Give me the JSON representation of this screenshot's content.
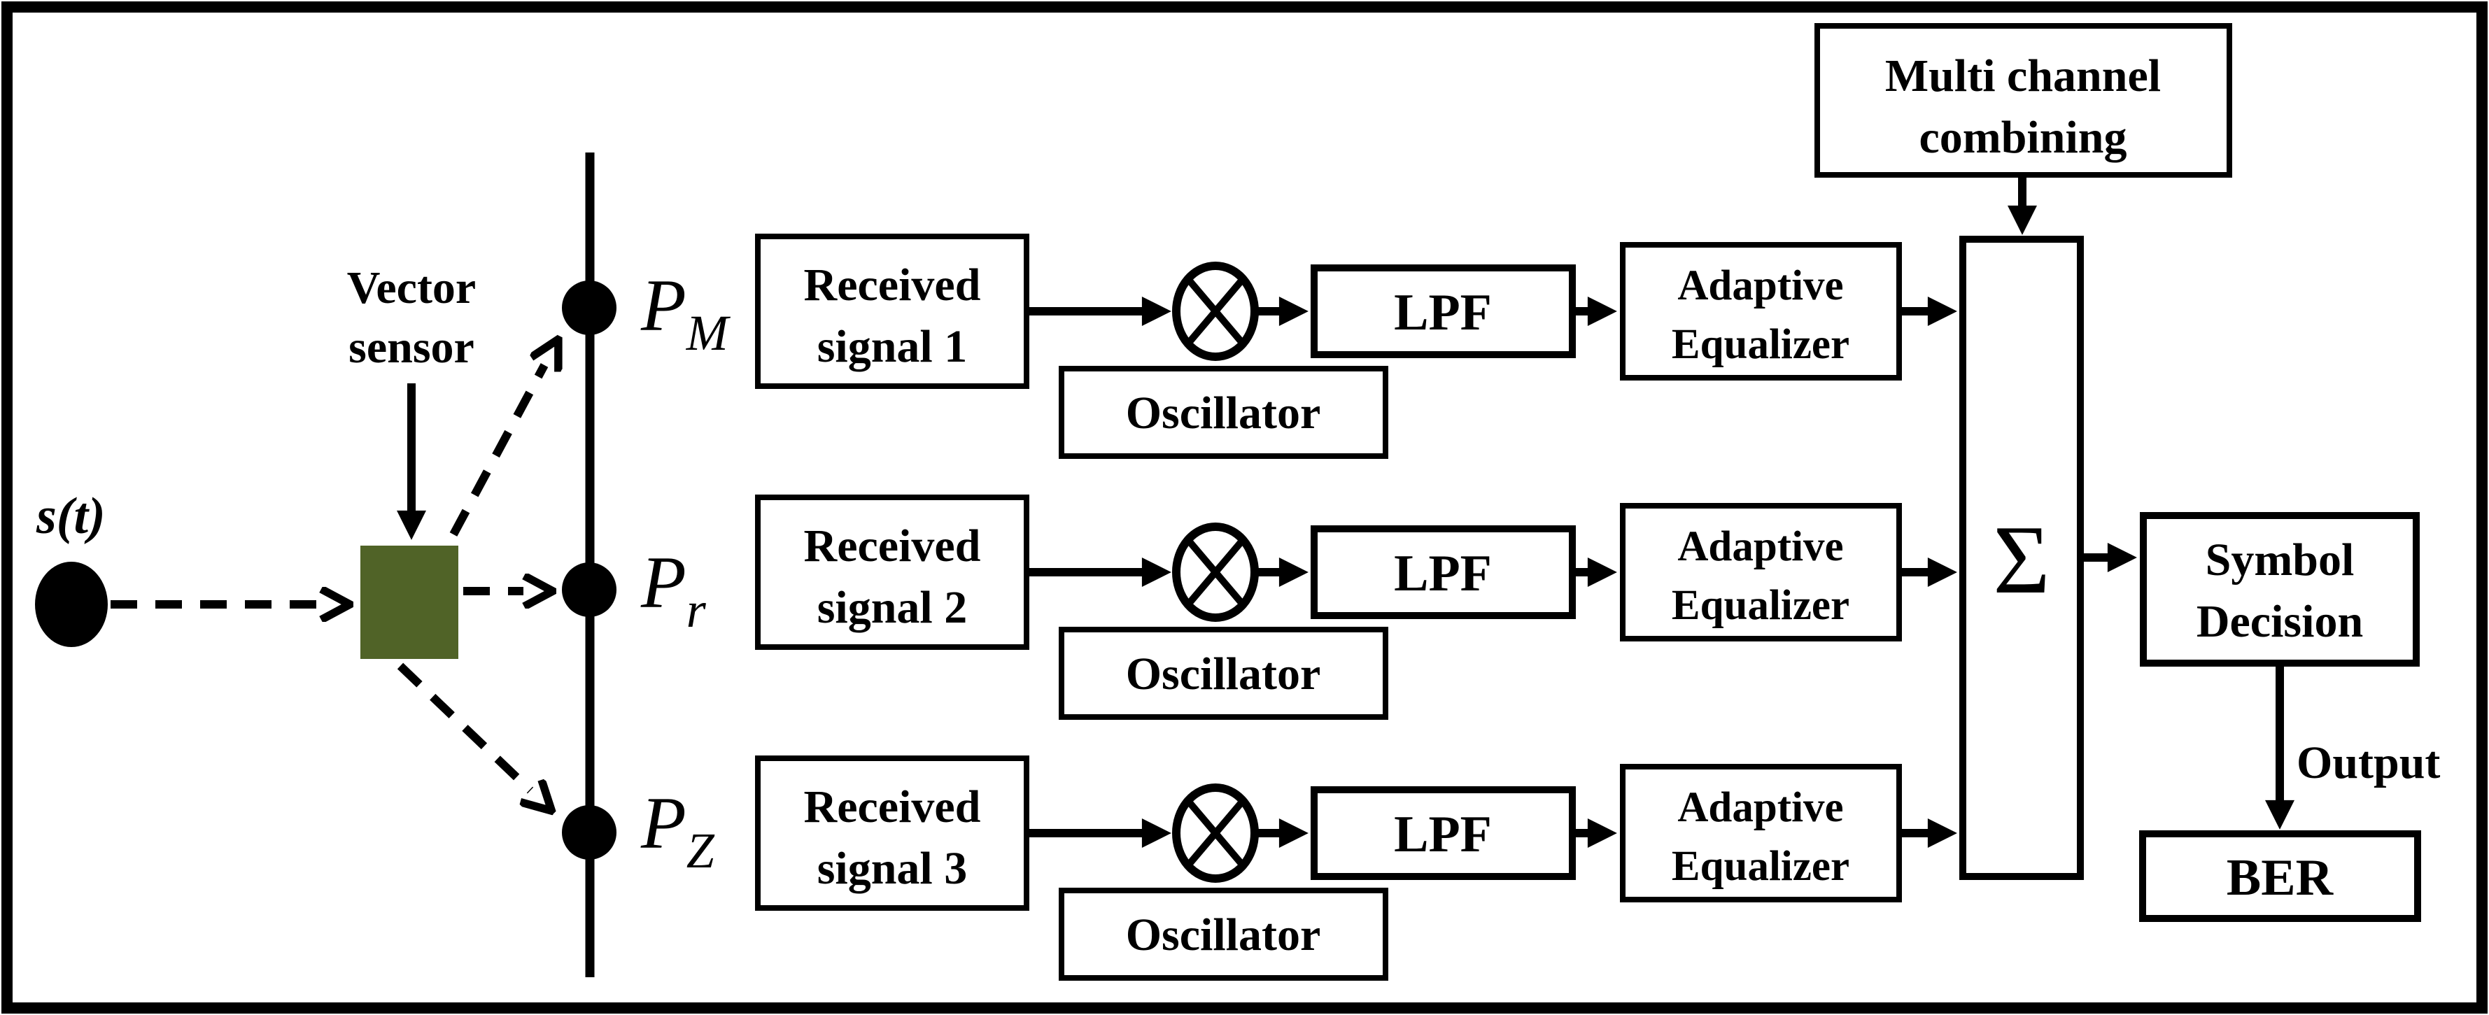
{
  "figure": {
    "description_label": "Vector sensor multi-channel receiver block diagram"
  },
  "colors": {
    "ink": "#000000",
    "background": "#ffffff",
    "sensor_green": "#506327"
  },
  "icons": {
    "multiplier": "circled-times-mixer-icon",
    "source": "filled-dot",
    "hydrophone_points": "filled-dot"
  },
  "source_label": "s(t)",
  "sensor": {
    "line1": "Vector",
    "line2": "sensor"
  },
  "points": [
    {
      "base": "P",
      "sub": "M"
    },
    {
      "base": "P",
      "sub": "r"
    },
    {
      "base": "P",
      "sub": "Z"
    }
  ],
  "channels": [
    {
      "received_line1": "Received",
      "received_line2": "signal 1",
      "oscillator_label": "Oscillator",
      "lpf_label": "LPF",
      "equalizer_line1": "Adaptive",
      "equalizer_line2": "Equalizer"
    },
    {
      "received_line1": "Received",
      "received_line2": "signal 2",
      "oscillator_label": "Oscillator",
      "lpf_label": "LPF",
      "equalizer_line1": "Adaptive",
      "equalizer_line2": "Equalizer"
    },
    {
      "received_line1": "Received",
      "received_line2": "signal 3",
      "oscillator_label": "Oscillator",
      "lpf_label": "LPF",
      "equalizer_line1": "Adaptive",
      "equalizer_line2": "Equalizer"
    }
  ],
  "combiner": {
    "line1": "Multi channel",
    "line2": "combining",
    "sigma_symbol": "Σ"
  },
  "decision": {
    "line1": "Symbol",
    "line2": "Decision"
  },
  "output_label": "Output",
  "ber_label": "BER"
}
